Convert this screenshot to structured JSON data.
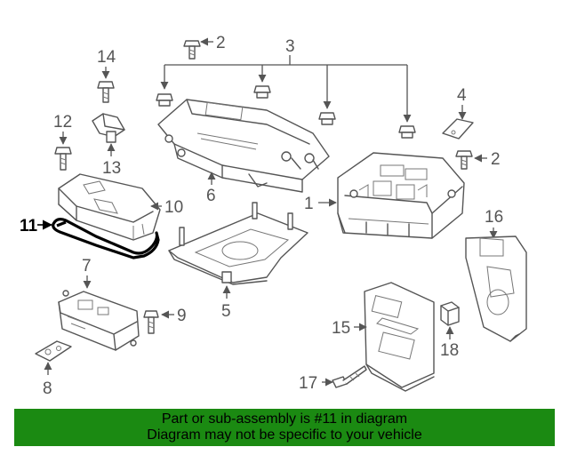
{
  "diagram": {
    "callouts": {
      "c1": "1",
      "c2a": "2",
      "c2b": "2",
      "c3": "3",
      "c4": "4",
      "c5": "5",
      "c6": "6",
      "c7": "7",
      "c8": "8",
      "c9": "9",
      "c10": "10",
      "c11": "11",
      "c12": "12",
      "c13": "13",
      "c14": "14",
      "c15": "15",
      "c16": "16",
      "c17": "17",
      "c18": "18"
    }
  },
  "banner": {
    "line1": "Part or sub-assembly is #11 in diagram",
    "line2": "Diagram may not be specific to your vehicle"
  },
  "colors": {
    "banner_bg": "#1b8a12",
    "highlight": "#000000",
    "line_art": "#555555"
  }
}
